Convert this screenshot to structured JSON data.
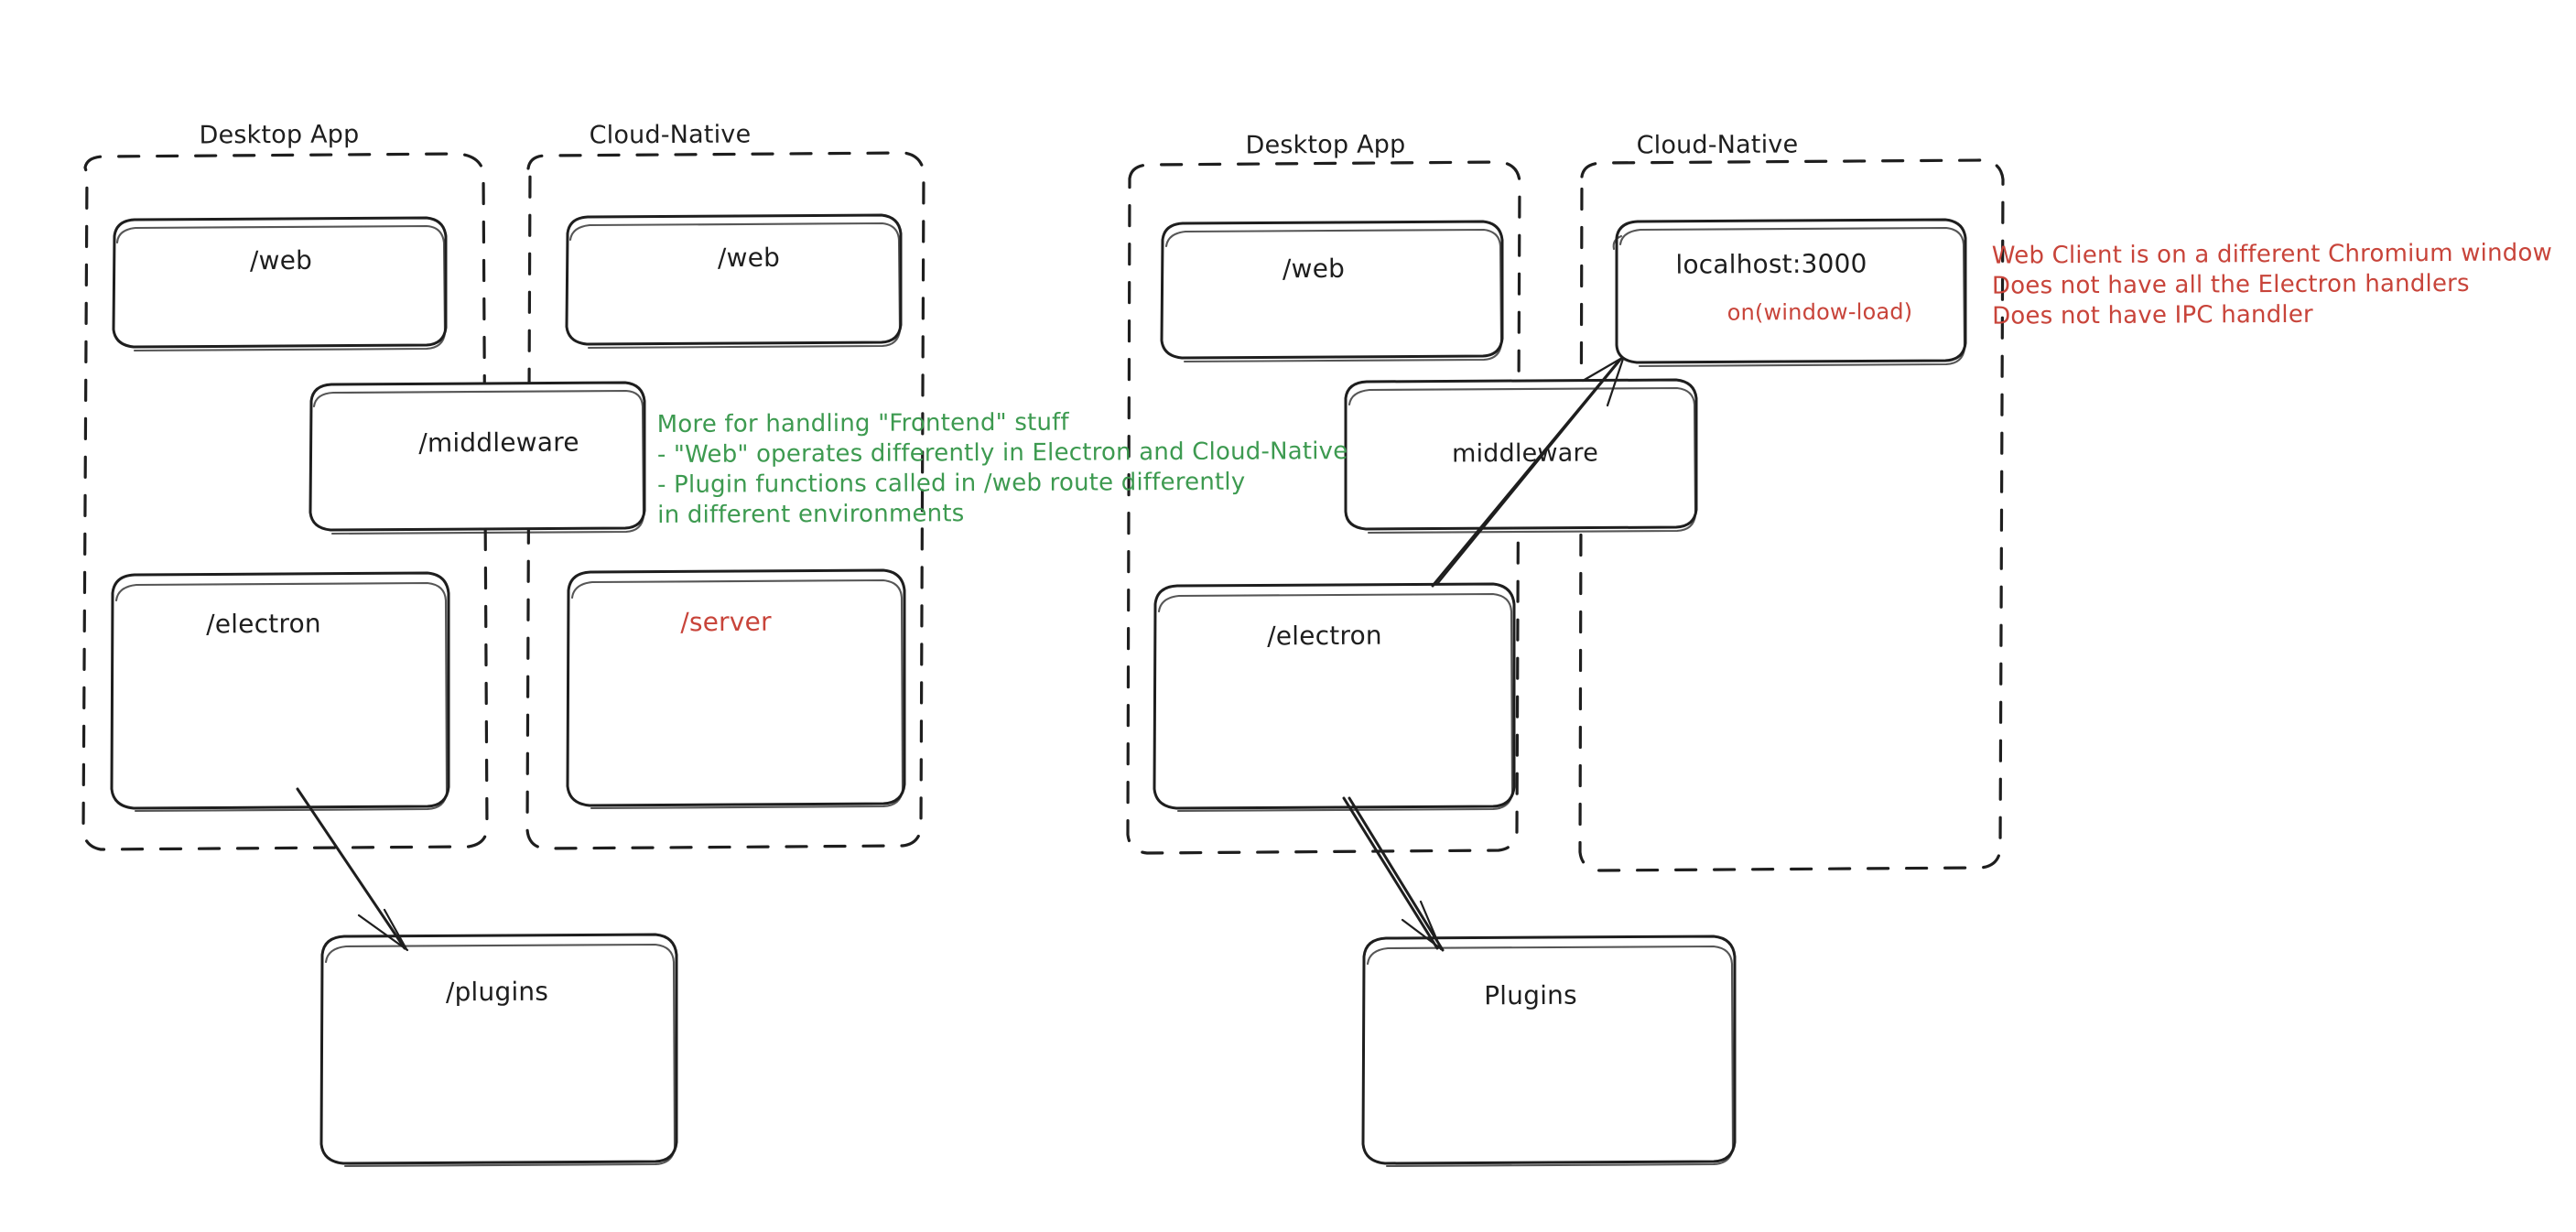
{
  "diagram": {
    "title": "Electron vs Cloud-Native architecture sketch",
    "style": "hand-drawn",
    "colors": {
      "stroke": "#1e1e1e",
      "green": "#3d9a50",
      "red": "#c8443a",
      "background": "#ffffff"
    }
  },
  "left_diagram": {
    "groups": [
      {
        "label": "Desktop App"
      },
      {
        "label": "Cloud-Native"
      }
    ],
    "nodes": [
      {
        "label": "/web",
        "color": "#1e1e1e"
      },
      {
        "label": "/web",
        "color": "#1e1e1e"
      },
      {
        "label": "/middleware",
        "color": "#1e1e1e"
      },
      {
        "label": "/electron",
        "color": "#1e1e1e"
      },
      {
        "label": "/server",
        "color": "#c8443a"
      },
      {
        "label": "/plugins",
        "color": "#1e1e1e"
      }
    ]
  },
  "right_diagram": {
    "groups": [
      {
        "label": "Desktop App"
      },
      {
        "label": "Cloud-Native"
      }
    ],
    "nodes": [
      {
        "label": "/web",
        "color": "#1e1e1e"
      },
      {
        "label": "localhost:3000",
        "color": "#1e1e1e",
        "sub": "on(window-load)",
        "sub_color": "#c8443a"
      },
      {
        "label": "middleware",
        "color": "#1e1e1e"
      },
      {
        "label": "/electron",
        "color": "#1e1e1e"
      },
      {
        "label": "Plugins",
        "color": "#1e1e1e"
      }
    ]
  },
  "annotations": {
    "green_note": "More for handling \"Frontend\" stuff\n- \"Web\" operates differently in Electron and Cloud-Native\n- Plugin functions called in /web route differently\nin different environments",
    "red_note": "Web Client is on a different Chromium window\nDoes not have all the Electron handlers\nDoes not have IPC handler"
  }
}
